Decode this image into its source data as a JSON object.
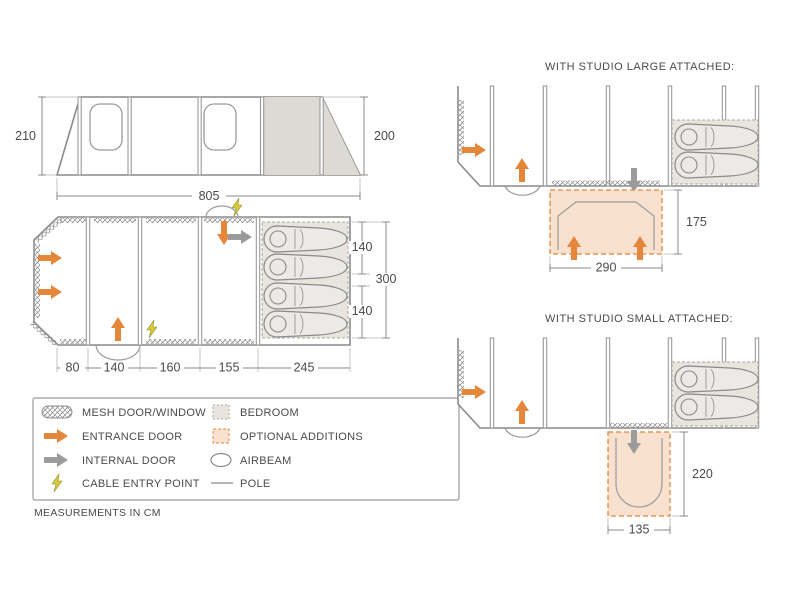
{
  "side_view": {
    "height_left": "210",
    "height_right": "200",
    "width": "805"
  },
  "floor_plan": {
    "bottom_dims": [
      "80",
      "140",
      "160",
      "155",
      "245"
    ],
    "right_dims": {
      "upper": "140",
      "total": "300",
      "lower": "140"
    }
  },
  "legend": {
    "items": [
      {
        "icon": "mesh-swatch-icon",
        "label": "MESH DOOR/WINDOW"
      },
      {
        "icon": "entrance-arrow-icon",
        "label": "ENTRANCE DOOR"
      },
      {
        "icon": "internal-arrow-icon",
        "label": "INTERNAL DOOR"
      },
      {
        "icon": "cable-bolt-icon",
        "label": "CABLE ENTRY POINT"
      },
      {
        "icon": "bedroom-swatch-icon",
        "label": "BEDROOM"
      },
      {
        "icon": "optional-swatch-icon",
        "label": "OPTIONAL ADDITIONS"
      },
      {
        "icon": "airbeam-icon",
        "label": "AIRBEAM"
      },
      {
        "icon": "pole-icon",
        "label": "POLE"
      }
    ],
    "note": "MEASUREMENTS IN CM"
  },
  "studio_large": {
    "title": "WITH STUDIO LARGE ATTACHED:",
    "depth": "175",
    "width": "290"
  },
  "studio_small": {
    "title": "WITH STUDIO SMALL ATTACHED:",
    "depth": "220",
    "width": "135"
  },
  "colors": {
    "accent_orange": "#e5873a",
    "internal_gray": "#9b9b9b",
    "cable_yellow": "#d6ca39",
    "bedroom_fill": "#e8e4de",
    "optional_fill": "#f8e2cf",
    "outline_gray": "#8a8a8a"
  }
}
